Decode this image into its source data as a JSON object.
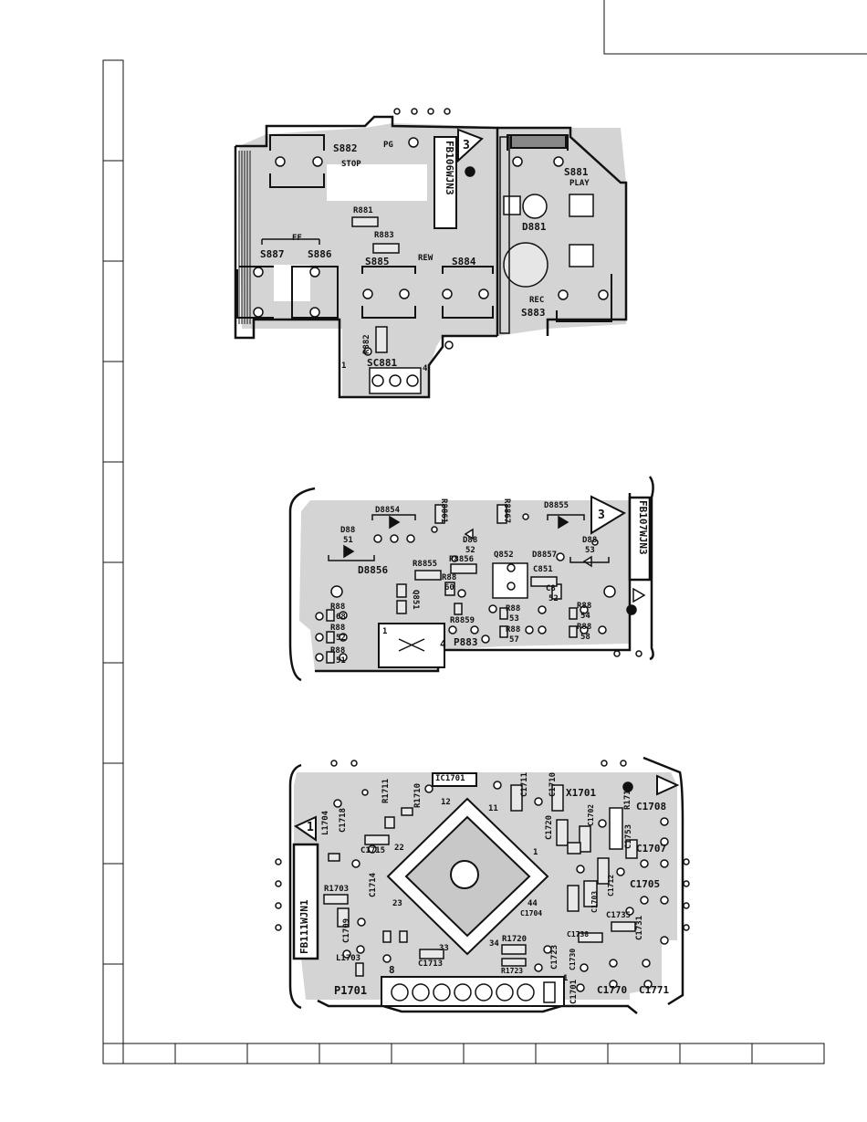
{
  "board1": {
    "labels": {
      "s882": "S882",
      "stop": "STOP",
      "pg": "PG",
      "pn": "FB106WJN3",
      "tri": "3",
      "s881": "S881",
      "play": "PLAY",
      "r881": "R881",
      "d881": "D881",
      "ff": "FF",
      "s887": "S887",
      "s886": "S886",
      "r883": "R883",
      "s885": "S885",
      "rew": "REW",
      "s884": "S884",
      "rec": "REC",
      "s883": "S883",
      "r882": "R882",
      "sc881": "SC881",
      "pin1": "1",
      "pin4": "4"
    }
  },
  "board2": {
    "labels": {
      "d8854": "D8854",
      "r8861": "R8861",
      "r8867": "R8867",
      "d8855": "D8855",
      "tri": "3",
      "pn": "FB107WJN3",
      "d8851a": "D88",
      "d8851b": "51",
      "d8852a": "D88",
      "d8852b": "52",
      "d8853a": "D88",
      "d8853b": "53",
      "d8856": "D8856",
      "r8855": "R8855",
      "r8856": "R8856",
      "q852": "Q852",
      "d8857": "D8857",
      "c851": "C851",
      "r8860a": "R88",
      "r8860b": "60",
      "c8852a": "C8",
      "c8852b": "52",
      "q851": "Q851",
      "r8868a": "R88",
      "r8868b": "68",
      "r8852a": "R88",
      "r8852b": "52",
      "r8851a": "R88",
      "r8851b": "51",
      "r8859": "R8859",
      "r8853a": "R88",
      "r8853b": "53",
      "r8857a": "R88",
      "r8857b": "57",
      "r8854a": "R88",
      "r8854b": "54",
      "r8858a": "R88",
      "r8858b": "58",
      "p883": "P883",
      "pin1": "1",
      "pin4": "4"
    }
  },
  "board3": {
    "labels": {
      "ic": "IC1701",
      "r1711": "R1711",
      "r1710": "R1710",
      "c1711": "C1711",
      "c1710": "C1710",
      "x1701": "X1701",
      "n12": "12",
      "n11": "11",
      "n1": "1",
      "n22": "22",
      "n23": "23",
      "n33": "33",
      "n34": "34",
      "n44": "44",
      "l1704": "L1704",
      "c1718": "C1718",
      "c1715": "C1715",
      "c1714": "C1714",
      "r1703": "R1703",
      "c1709": "C1709",
      "l1703": "L1703",
      "c1713": "C1713",
      "r1720": "R1720",
      "r1723": "R1723",
      "c1723": "C1723",
      "c1720": "C1720",
      "c1702": "C1702",
      "r1714": "R1714",
      "c1708": "C1708",
      "c1753": "C1753",
      "c1707": "C1707",
      "c1712": "C1712",
      "c1705": "C1705",
      "c1703": "C1703",
      "c1704": "C1704",
      "c1735": "C1735",
      "c1731": "C1731",
      "c1738": "C1738",
      "c1730": "C1730",
      "c1701": "C1701",
      "c1770": "C1770",
      "c1771": "C1771",
      "p1701": "P1701",
      "n8": "8",
      "pin1": "1",
      "tri": "1",
      "pn": "FB111WJN1"
    }
  }
}
